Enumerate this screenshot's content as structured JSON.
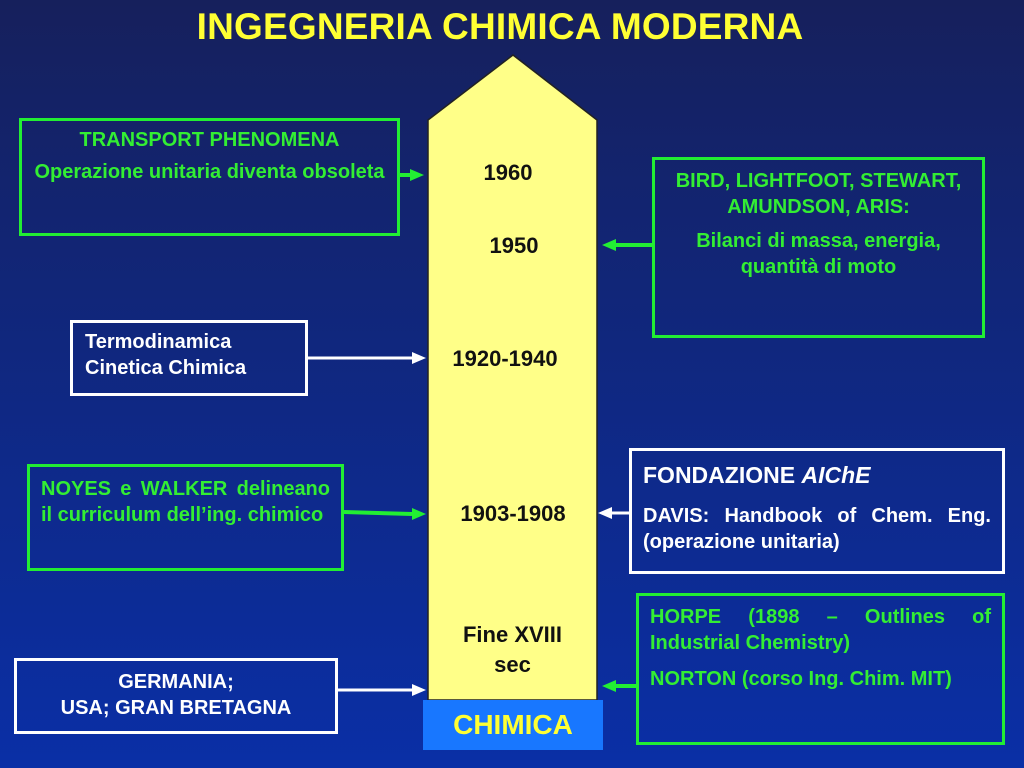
{
  "title": "INGEGNERIA CHIMICA MODERNA",
  "base_label": "CHIMICA",
  "timeline": {
    "y1960": "1960",
    "y1950": "1950",
    "y1920": "1920-1940",
    "y1903": "1903-1908",
    "fine_line1": "Fine XVIII",
    "fine_line2": "sec"
  },
  "boxes": {
    "transport": {
      "heading": "TRANSPORT PHENOMENA",
      "text": "Operazione unitaria diventa obsoleta"
    },
    "bird": {
      "heading": "BIRD, LIGHTFOOT, STEWART, AMUNDSON, ARIS:",
      "text": "Bilanci di massa, energia, quantità di moto"
    },
    "termo": {
      "line1": "Termodinamica",
      "line2": "Cinetica Chimica"
    },
    "noyes": {
      "text": "NOYES e WALKER delineano il curriculum dell’ing. chimico"
    },
    "aiche": {
      "heading": "FONDAZIONE ",
      "heading_italic": "AIChE",
      "text": "DAVIS: Handbook of Chem. Eng. (operazione unitaria)"
    },
    "horpe": {
      "text1": "HORPE (1898 – Outlines of Industrial Chemistry)",
      "text2": "NORTON (corso Ing. Chim. MIT)"
    },
    "germania": {
      "line1": "GERMANIA;",
      "line2": "USA; GRAN BRETAGNA"
    }
  },
  "colors": {
    "arrow_fill": "#ffff88",
    "green": "#22ee33",
    "white": "#ffffff",
    "title": "#ffff33",
    "base": "#1877ff"
  }
}
